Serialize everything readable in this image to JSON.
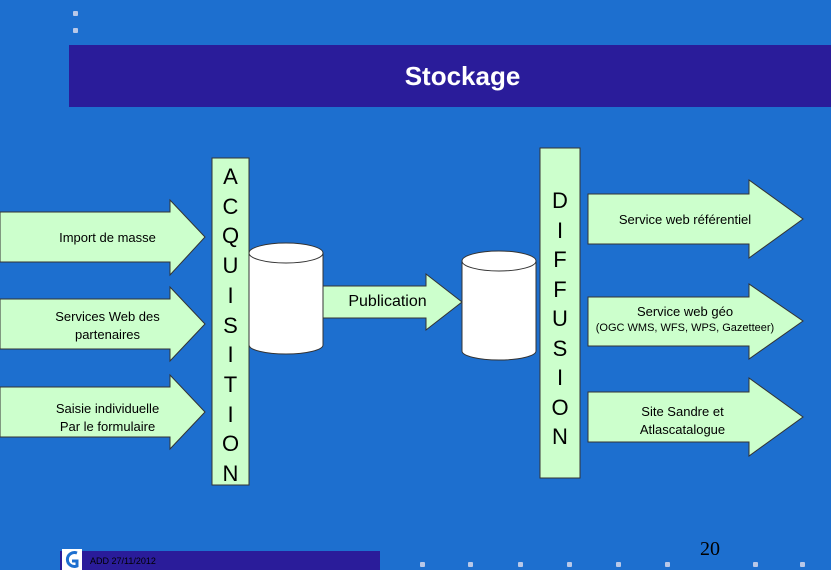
{
  "slide": {
    "title": "Stockage",
    "acquisition_letters": [
      "A",
      "C",
      "Q",
      "U",
      "I",
      "S",
      "I",
      "T",
      "I",
      "O",
      "N"
    ],
    "diffusion_letters": [
      "D",
      "I",
      "F",
      "F",
      "U",
      "S",
      "I",
      "O",
      "N"
    ],
    "inputs": [
      {
        "line1": "Import de masse",
        "line2": ""
      },
      {
        "line1": "Services Web des",
        "line2": "partenaires"
      },
      {
        "line1": "Saisie individuelle",
        "line2": "Par le formulaire"
      }
    ],
    "publication": "Publication",
    "outputs": [
      {
        "line1": "Service web référentiel",
        "line2": ""
      },
      {
        "line1": "Service web géo",
        "line2": "(OGC WMS, WFS, WPS, Gazetteer)"
      },
      {
        "line1": "Site Sandre et",
        "line2": "Atlascatalogue"
      }
    ],
    "footer": "ADD 27/11/2012",
    "page_number": "20",
    "colors": {
      "background": "#1d6fcf",
      "title_band": "#2a1c9a",
      "arrow_fill": "#ccffcc",
      "logo": "#1d6fcf"
    }
  }
}
